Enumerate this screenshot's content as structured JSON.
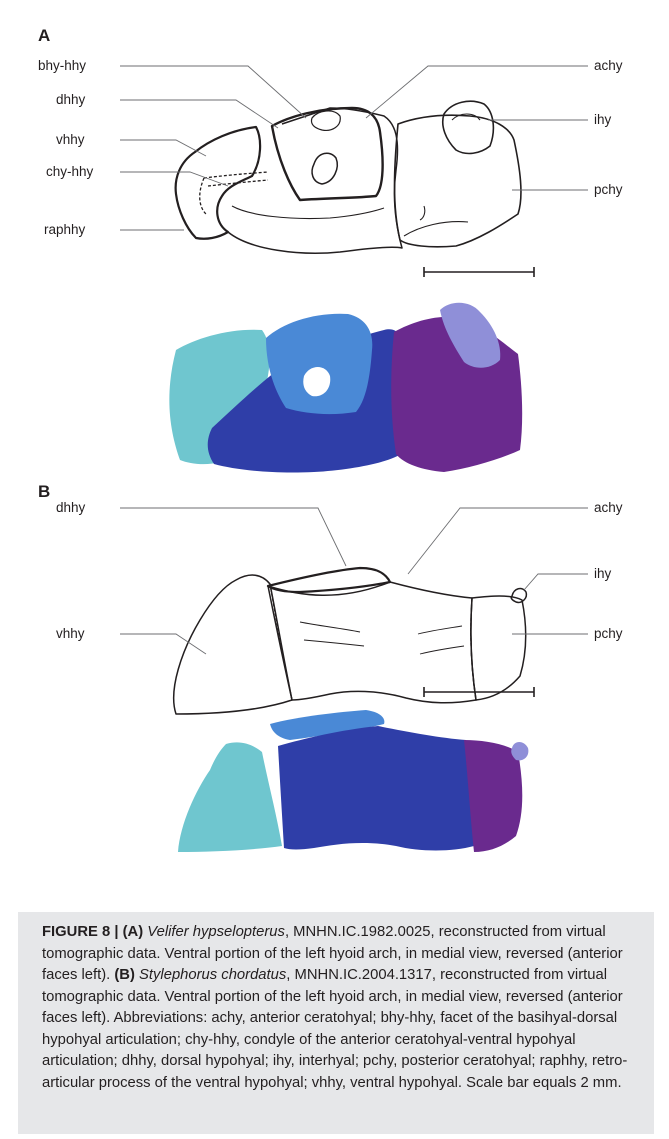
{
  "panel_a": {
    "letter": "A",
    "labels_left": [
      "bhy-hhy",
      "dhhy",
      "vhhy",
      "chy-hhy",
      "raphhy"
    ],
    "labels_right": [
      "achy",
      "ihy",
      "pchy"
    ]
  },
  "panel_b": {
    "letter": "B",
    "labels_left": [
      "dhhy",
      "vhhy"
    ],
    "labels_right": [
      "achy",
      "ihy",
      "pchy"
    ]
  },
  "colors": {
    "vhhy": "#6fc6cf",
    "dhhy": "#4a89d6",
    "achy": "#2f3ea8",
    "pchy": "#6a2a8e",
    "ihy": "#8f8fd8",
    "caption_bg": "#e6e7e9"
  },
  "caption": {
    "figure_label": "FIGURE 8 |",
    "a_tag": "(A)",
    "a_species": "Velifer hypselopterus",
    "a_text": ", MNHN.IC.1982.0025, reconstructed from virtual tomographic data. Ventral portion of the left hyoid arch, in medial view, reversed (anterior faces left). ",
    "b_tag": "(B)",
    "b_species": "Stylephorus chordatus",
    "b_text": ", MNHN.IC.2004.1317, reconstructed from virtual tomographic data. Ventral portion of the left hyoid arch, in medial view, reversed (anterior faces left). Abbreviations: achy, anterior ceratohyal; bhy-hhy, facet of the basihyal-dorsal hypohyal articulation; chy-hhy, condyle of the anterior ceratohyal-ventral hypohyal articulation; dhhy, dorsal hypohyal; ihy, interhyal; pchy, posterior ceratohyal; raphhy, retro-articular process of the ventral hypohyal; vhhy, ventral hypohyal. Scale bar equals 2 mm."
  }
}
